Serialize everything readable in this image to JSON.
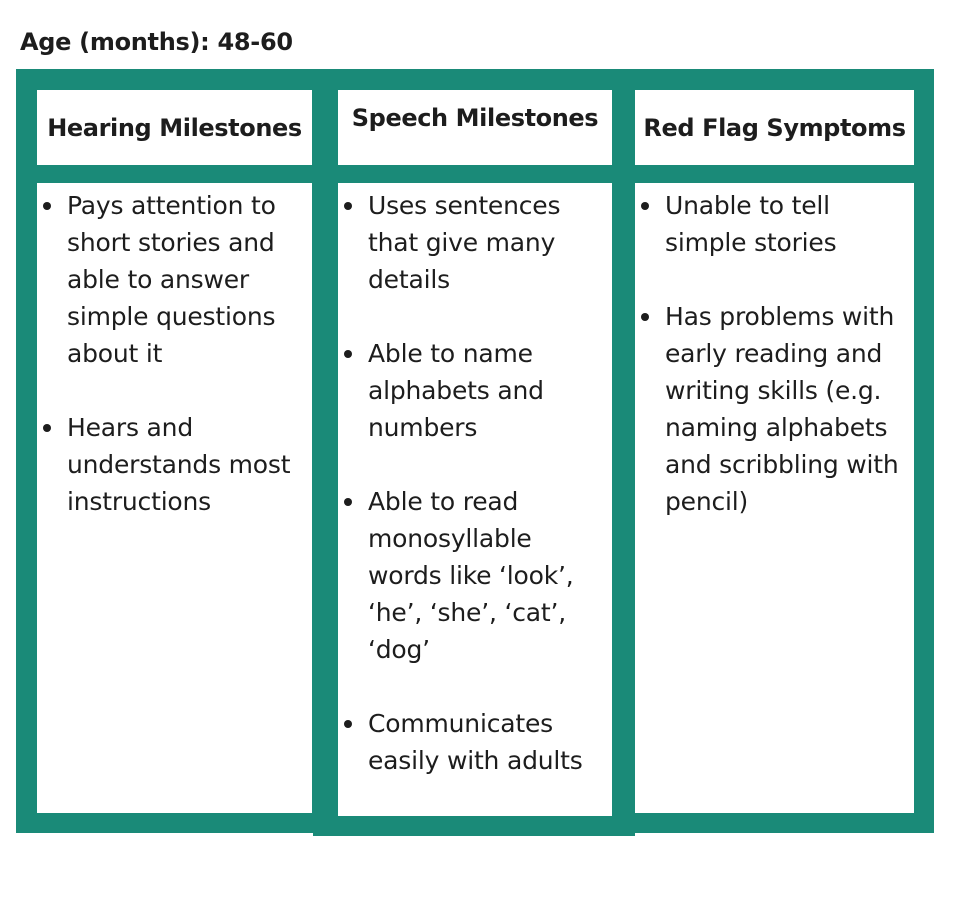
{
  "age_label": "Age (months): 48-60",
  "columns": [
    {
      "header": "Hearing Milestones",
      "items": [
        "Pays attention to short stories and able to answer simple questions about it",
        "Hears and understands most instructions"
      ]
    },
    {
      "header": "Speech Milestones",
      "items": [
        "Uses sentences that give many details",
        "Able to name alphabets and numbers",
        "Able to read monosyllable words like ‘look’, ‘he’, ‘she’, ‘cat’, ‘dog’",
        "Communicates easily with adults"
      ]
    },
    {
      "header": "Red Flag Symptoms",
      "items": [
        "Unable to tell simple stories",
        "Has problems with early reading and writing skills (e.g. naming alphabets and scribbling with pencil)"
      ]
    }
  ],
  "colors": {
    "frame": "#1a8a78",
    "text": "#1d1d1d",
    "background": "#ffffff"
  }
}
